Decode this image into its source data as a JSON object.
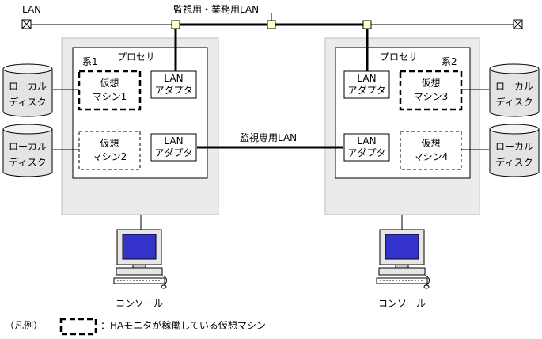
{
  "labels": {
    "lan": "LAN",
    "monitor_business_lan": "監視用・業務用LAN",
    "monitor_only_lan": "監視専用LAN",
    "processor": "プロセサ",
    "system1": "系1",
    "system2": "系2",
    "lan_adapter": [
      "LAN",
      "アダプタ"
    ],
    "vm1": [
      "仮想",
      "マシン1"
    ],
    "vm2": [
      "仮想",
      "マシン2"
    ],
    "vm3": [
      "仮想",
      "マシン3"
    ],
    "vm4": [
      "仮想",
      "マシン4"
    ],
    "local_disk": [
      "ローカル",
      "ディスク"
    ],
    "console": "コンソール"
  },
  "legend": {
    "title": "（凡例）",
    "text": "：HAモニタが稼働している仮想マシン"
  },
  "icons": {
    "lan_terminator": "crossed-box-icon",
    "lan_node": "node-square-icon",
    "disk": "cylinder-disk-icon",
    "console": "computer-monitor-icon"
  },
  "colors": {
    "host_fill": "#ebebeb",
    "node_fill": "#ffffcc",
    "screen_fill": "#3333cc",
    "line": "#000000"
  }
}
